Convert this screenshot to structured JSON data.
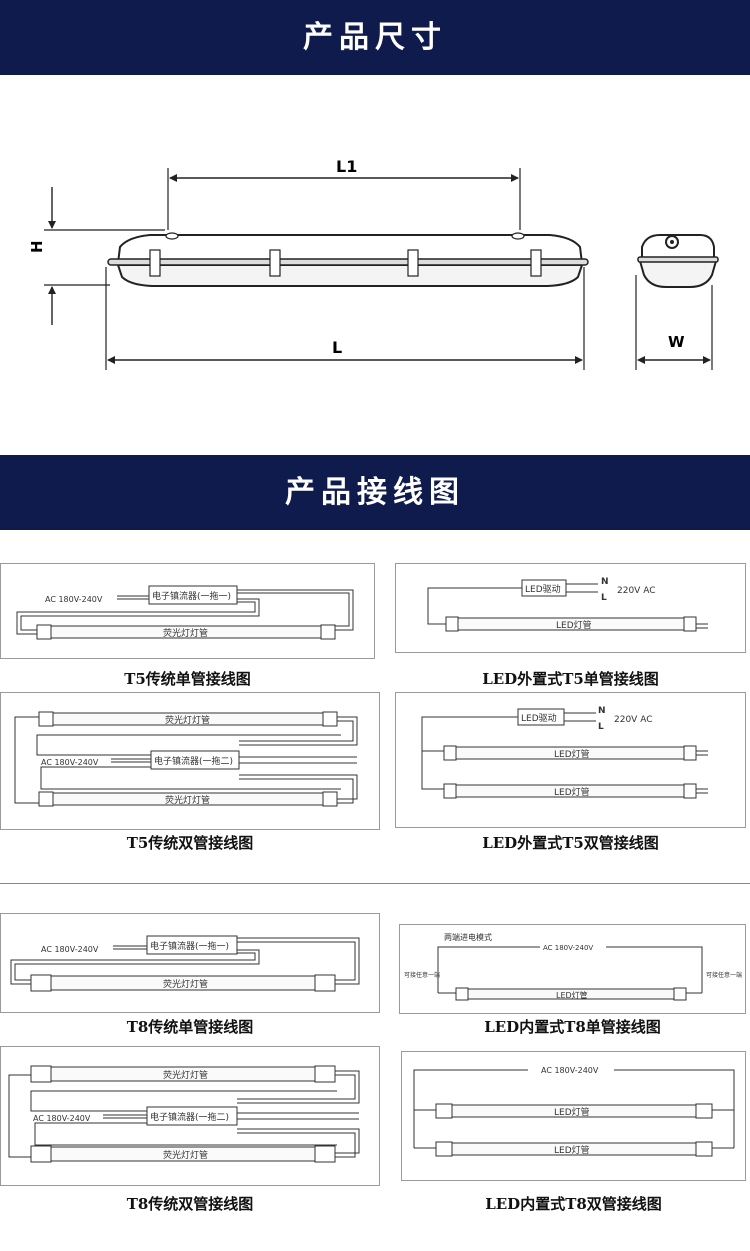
{
  "section_size": {
    "title": "产品尺寸"
  },
  "section_wiring": {
    "title": "产品接线图"
  },
  "dimensions": {
    "L1": "L1",
    "H": "H",
    "L": "L",
    "W": "W"
  },
  "labels": {
    "ac_range": "AC 180V-240V",
    "ballast_single": "电子镇流器(一拖一)",
    "ballast_double": "电子镇流器(一拖二)",
    "fluorescent_tube": "荧光灯灯管",
    "led_driver": "LED驱动",
    "led_tube": "LED灯管",
    "n": "N",
    "l": "L",
    "ac_220": "220V AC",
    "two_end_mode": "两端进电模式",
    "either_end_left": "可接任意一端",
    "either_end_right": "可接任意一端"
  },
  "captions": {
    "t5_single": "T5传统单管接线图",
    "led_ext_t5_single": "LED外置式T5单管接线图",
    "t5_double": "T5传统双管接线图",
    "led_ext_t5_double": "LED外置式T5双管接线图",
    "t8_single": "T8传统单管接线图",
    "led_int_t8_single": "LED内置式T8单管接线图",
    "t8_double": "T8传统双管接线图",
    "led_int_t8_double": "LED内置式T8双管接线图"
  }
}
